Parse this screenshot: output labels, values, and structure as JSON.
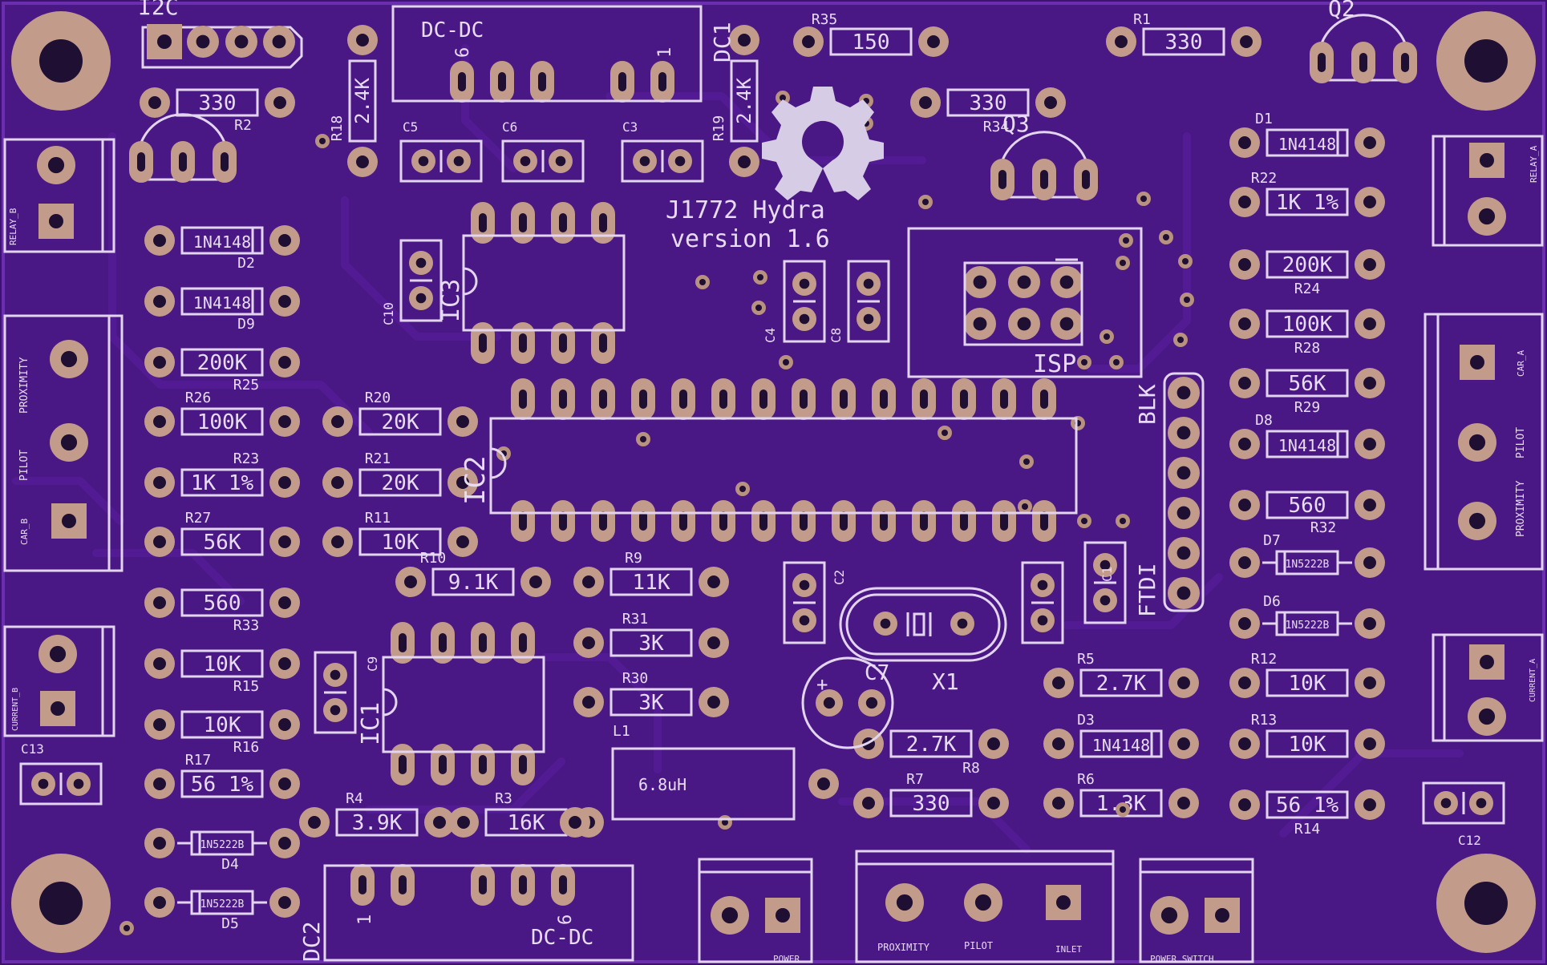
{
  "board": {
    "title": "J1772 Hydra",
    "version": "version 1.6",
    "colors": {
      "board": "#4a1885",
      "silk": "#e3d5f0",
      "pad": "#c29b8a",
      "hole": "#1e0f33"
    }
  },
  "values": [
    {
      "id": "r35",
      "ref": "R35",
      "val": "150"
    },
    {
      "id": "r1",
      "ref": "R1",
      "val": "330"
    },
    {
      "id": "r2",
      "ref": "R2",
      "val": "330"
    },
    {
      "id": "rq3",
      "ref": "R34",
      "val": "330"
    },
    {
      "id": "r18",
      "ref": "R18",
      "val": "2.4K"
    },
    {
      "id": "r19",
      "ref": "R19",
      "val": "2.4K"
    },
    {
      "id": "d1",
      "ref": "D1",
      "val": "1N4148"
    },
    {
      "id": "r22",
      "ref": "R22",
      "val": "1K 1%"
    },
    {
      "id": "r24",
      "ref": "R24",
      "val": "200K"
    },
    {
      "id": "r28",
      "ref": "R28",
      "val": "100K"
    },
    {
      "id": "r29",
      "ref": "R29",
      "val": "56K"
    },
    {
      "id": "d8",
      "ref": "D8",
      "val": "1N4148"
    },
    {
      "id": "r32",
      "ref": "R32",
      "val": "560"
    },
    {
      "id": "d7",
      "ref": "D7",
      "val": "1N5222B"
    },
    {
      "id": "d6",
      "ref": "D6",
      "val": "1N5222B"
    },
    {
      "id": "r12",
      "ref": "R12",
      "val": "10K"
    },
    {
      "id": "r13",
      "ref": "R13",
      "val": "10K"
    },
    {
      "id": "r14",
      "ref": "R14",
      "val": "56 1%"
    },
    {
      "id": "d2",
      "ref": "D2",
      "val": "1N4148"
    },
    {
      "id": "d9",
      "ref": "D9",
      "val": "1N4148"
    },
    {
      "id": "r25",
      "ref": "R25",
      "val": "200K"
    },
    {
      "id": "r26",
      "ref": "R26",
      "val": "100K"
    },
    {
      "id": "r23",
      "ref": "R23",
      "val": "1K 1%"
    },
    {
      "id": "r27",
      "ref": "R27",
      "val": "56K"
    },
    {
      "id": "r33",
      "ref": "R33",
      "val": "560"
    },
    {
      "id": "r15",
      "ref": "R15",
      "val": "10K"
    },
    {
      "id": "r16",
      "ref": "R16",
      "val": "10K"
    },
    {
      "id": "r17",
      "ref": "R17",
      "val": "56 1%"
    },
    {
      "id": "d4",
      "ref": "D4",
      "val": "1N5222B"
    },
    {
      "id": "d5",
      "ref": "D5",
      "val": "1N5222B"
    },
    {
      "id": "r20",
      "ref": "R20",
      "val": "20K"
    },
    {
      "id": "r21",
      "ref": "R21",
      "val": "20K"
    },
    {
      "id": "r11",
      "ref": "R11",
      "val": "10K"
    },
    {
      "id": "r10",
      "ref": "R10",
      "val": "9.1K"
    },
    {
      "id": "r9",
      "ref": "R9",
      "val": "11K"
    },
    {
      "id": "r31",
      "ref": "R31",
      "val": "3K"
    },
    {
      "id": "r30",
      "ref": "R30",
      "val": "3K"
    },
    {
      "id": "r5",
      "ref": "R5",
      "val": "2.7K"
    },
    {
      "id": "r8",
      "ref": "R8",
      "val": "2.7K"
    },
    {
      "id": "d3",
      "ref": "D3",
      "val": "1N4148"
    },
    {
      "id": "r7",
      "ref": "R7",
      "val": "330"
    },
    {
      "id": "r6",
      "ref": "R6",
      "val": "1.3K"
    },
    {
      "id": "r4",
      "ref": "R4",
      "val": "3.9K"
    },
    {
      "id": "r3",
      "ref": "R3",
      "val": "16K"
    }
  ],
  "labels": {
    "i2c": "I2C",
    "dcdc1": "DC-DC",
    "dc1": "DC1",
    "dcdc2": "DC-DC",
    "dc2": "DC2",
    "pin6": "6",
    "pin1": "1",
    "q2": "Q2",
    "q3": "Q3",
    "c5": "C5",
    "c6": "C6",
    "c3": "C3",
    "c10": "C10",
    "c4": "C4",
    "c8": "C8",
    "c2": "C2",
    "c1": "C1",
    "c7": "C7",
    "c9": "C9",
    "c13": "C13",
    "c12": "C12",
    "ic3": "IC3",
    "ic2": "IC2",
    "ic1": "IC1",
    "isp": "ISP",
    "blk": "BLK",
    "ftdi": "FTDI",
    "x1": "X1",
    "l1": "L1",
    "inductor": "6.8uH",
    "plus": "+",
    "relay_b": "RELAY_B",
    "relay_a": "RELAY_A",
    "proximity": "PROXIMITY",
    "pilot": "PILOT",
    "car_b": "CAR_B",
    "car_a": "CAR_A",
    "current_b": "CURRENT_B",
    "current_a": "CURRENT_A",
    "power": "POWER",
    "inlet": "INLET",
    "power_switch": "POWER SWITCH"
  }
}
